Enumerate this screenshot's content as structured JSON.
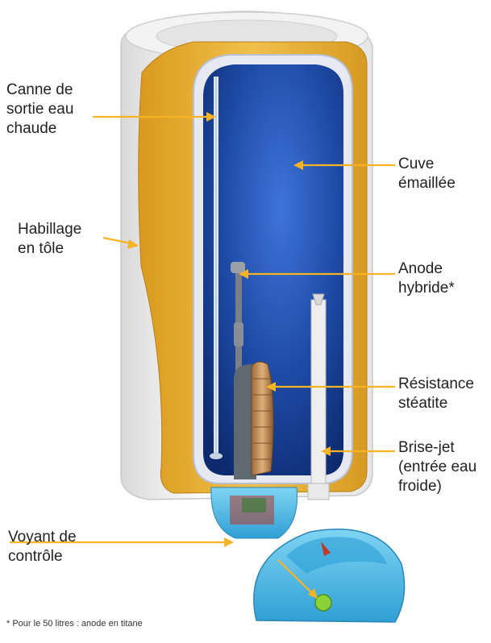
{
  "labels": {
    "canne": [
      "Canne de",
      "sortie eau",
      "chaude"
    ],
    "habillage": [
      "Habillage",
      "en tôle"
    ],
    "cuve": [
      "Cuve",
      "émaillée"
    ],
    "anode": [
      "Anode",
      "hybride*"
    ],
    "resistance": [
      "Résistance",
      "stéatite"
    ],
    "brise_jet": [
      "Brise-jet",
      "(entrée eau",
      "froide)"
    ],
    "voyant": [
      "Voyant de",
      "contrôle"
    ]
  },
  "footnote": "* Pour le 50 litres : anode en titane",
  "colors": {
    "leader": "#f6b325",
    "insulation": "#e8b43a",
    "tank_blue": "#1f4aa8",
    "casing": "#f2f2f2",
    "base_blue": "#4bb8e6",
    "indicator_green": "#8bd13a"
  }
}
